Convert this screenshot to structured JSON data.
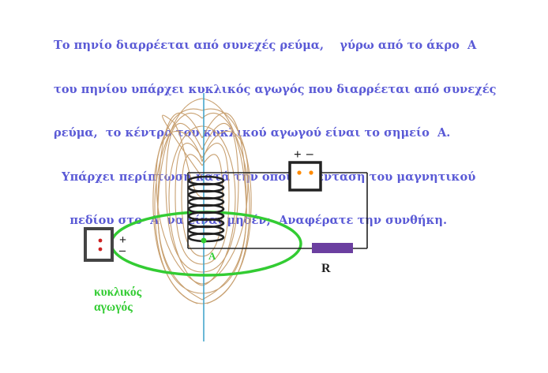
{
  "question": {
    "lines": [
      "Το πηνίο διαρρέεται από συνεχές ρεύμα,    γύρω από το άκρο  Α",
      "του πηνίου υπάρχει κυκλικός αγωγός που διαρρέεται από συνεχές",
      "ρεύμα,  το κέντρο του κυκλικού αγωγού είναι το σημείο  Α.",
      "  Υπάρχει περίπτωση κατά την οποία η ένταση του μαγνητικού",
      "    πεδίου στο  Α  να είναι μηδέν;  Αναφέρατε την συνθήκη."
    ]
  },
  "diagram": {
    "point_label": "A",
    "resistor_label": "R",
    "top_source": {
      "plus": "+",
      "minus": "–"
    },
    "left_source": {
      "plus": "+",
      "minus": "–"
    },
    "loop_label_line1": "κυκλικός",
    "loop_label_line2": "αγωγός",
    "colors": {
      "text_blue": "#5a5ad6",
      "field_lines": "#c8a070",
      "axis": "#3aa0c8",
      "loop_green": "#33cc33",
      "coil": "#222222",
      "resistor": "#6b3fa0",
      "source_dots": "#ff8a00",
      "left_dots": "#cc2222"
    }
  }
}
